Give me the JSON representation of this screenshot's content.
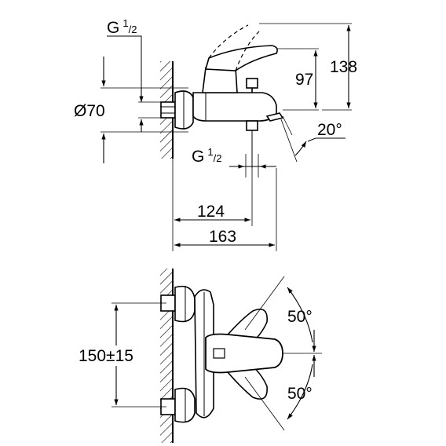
{
  "side_view": {
    "thread_top": {
      "base": "G",
      "sup": "1",
      "sub": "/2"
    },
    "thread_bottom": {
      "base": "G",
      "sup": "1",
      "sub": "/2"
    },
    "diameter": "Ø70",
    "height_spout": "97",
    "height_total": "138",
    "angle": "20°",
    "depth_spout": "124",
    "depth_total": "163"
  },
  "front_view": {
    "centers": "150±15",
    "angle_upper": "50°",
    "angle_lower": "50°"
  },
  "colors": {
    "line": "#000000",
    "background": "#ffffff",
    "handle_fill": "#ffffff"
  }
}
